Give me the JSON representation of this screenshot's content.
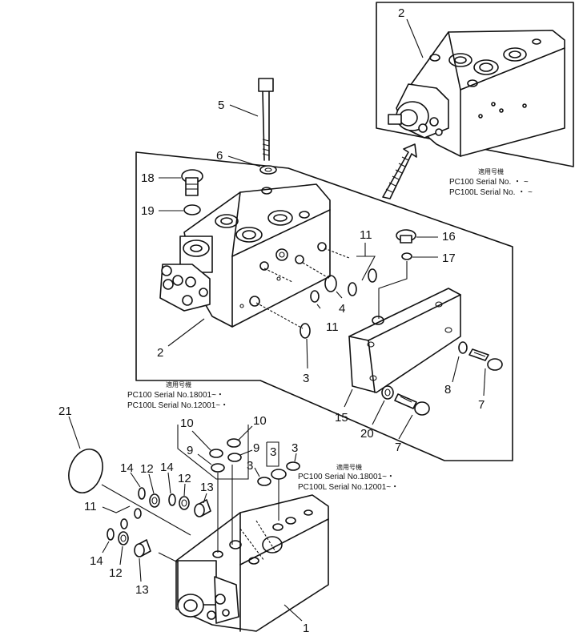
{
  "callouts": {
    "c1": "1",
    "c2a": "2",
    "c2b": "2",
    "c3a": "3",
    "c3b": "3",
    "c3c": "3",
    "c3d": "3",
    "c4": "4",
    "c5": "5",
    "c6": "6",
    "c7a": "7",
    "c7b": "7",
    "c8": "8",
    "c9a": "9",
    "c9b": "9",
    "c10a": "10",
    "c10b": "10",
    "c11a": "11",
    "c11b": "11",
    "c11c": "11",
    "c12a": "12",
    "c12b": "12",
    "c12c": "12",
    "c13a": "13",
    "c13b": "13",
    "c14a": "14",
    "c14b": "14",
    "c14c": "14",
    "c15": "15",
    "c16": "16",
    "c17": "17",
    "c18": "18",
    "c19": "19",
    "c20": "20",
    "c21": "21"
  },
  "notes": {
    "top_right": {
      "header": "適用号機",
      "line1": "PC100  Serial  No.  ・ ~",
      "line2": "PC100L Serial  No.  ・ ~"
    },
    "middle_left": {
      "header": "適用号機",
      "line1": "PC100  Serial No.18001~・",
      "line2": "PC100L Serial No.12001~・"
    },
    "middle_right": {
      "header": "適用号機",
      "line1": "PC100  Serial No.18001~・",
      "line2": "PC100L Serial No.12001~・"
    }
  }
}
